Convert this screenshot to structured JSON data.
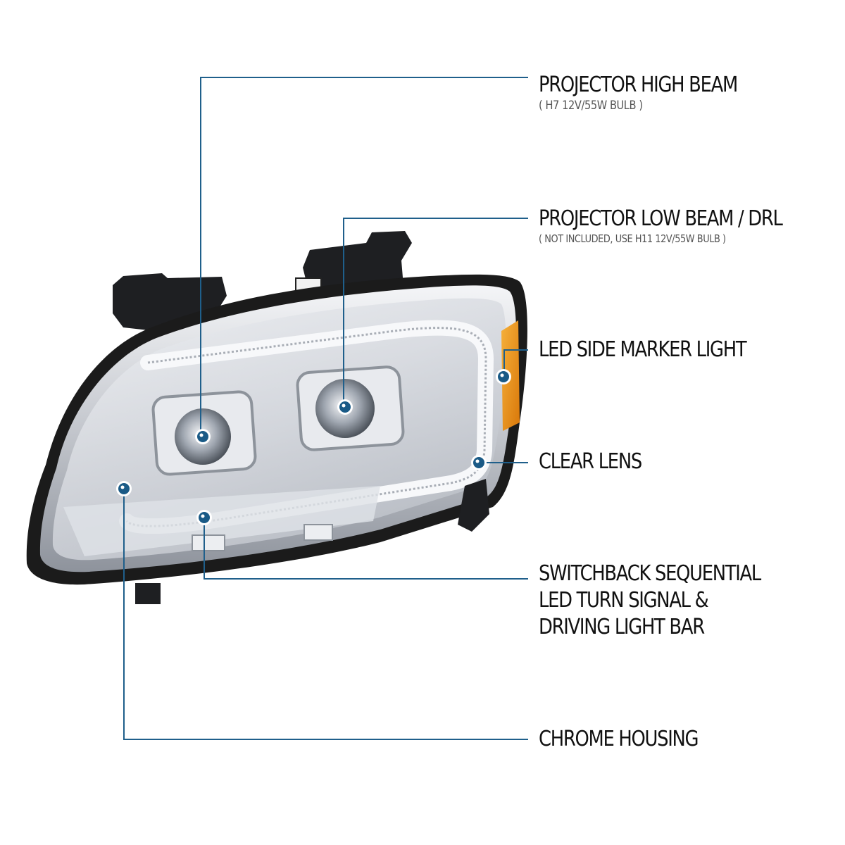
{
  "colors": {
    "leader": "#1f5f8b",
    "dot": "#1a5a86",
    "amber": "#e8900f",
    "trim": "#1b1b1b"
  },
  "callouts": {
    "high_beam": {
      "title": "PROJECTOR HIGH BEAM",
      "sub": "( H7  12V/55W  BULB )"
    },
    "low_beam": {
      "title": "PROJECTOR LOW BEAM / DRL",
      "sub": "( NOT INCLUDED, USE  H11 12V/55W  BULB )"
    },
    "side_marker": {
      "title": "LED SIDE MARKER LIGHT"
    },
    "clear_lens": {
      "title": "CLEAR LENS"
    },
    "switchback": {
      "lines": [
        "SWITCHBACK SEQUENTIAL",
        "LED TURN SIGNAL &",
        "DRIVING LIGHT BAR"
      ]
    },
    "chrome_housing": {
      "title": "CHROME HOUSING"
    }
  }
}
